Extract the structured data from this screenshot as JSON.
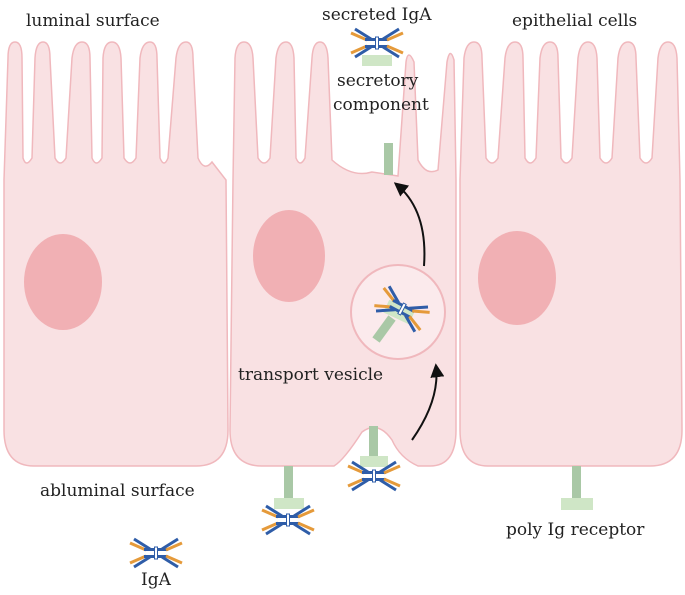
{
  "labels": {
    "luminal_surface": "luminal surface",
    "secreted_iga": "secreted IgA",
    "epithelial_cells": "epithelial cells",
    "secretory_component_1": "secretory",
    "secretory_component_2": "component",
    "transport_vesicle": "transport vesicle",
    "abluminal_surface": "abluminal surface",
    "poly_ig_receptor": "poly Ig receptor",
    "iga": "IgA"
  },
  "colors": {
    "cell_fill": "#f9e1e3",
    "cell_stroke": "#f0b8bd",
    "nucleus": "#f1b0b4",
    "receptor": "#a9c8a6",
    "secretory_piece": "#cfe6c6",
    "heavy_chain": "#2f5da8",
    "light_chain": "#e59a3a",
    "arrow": "#111111"
  }
}
